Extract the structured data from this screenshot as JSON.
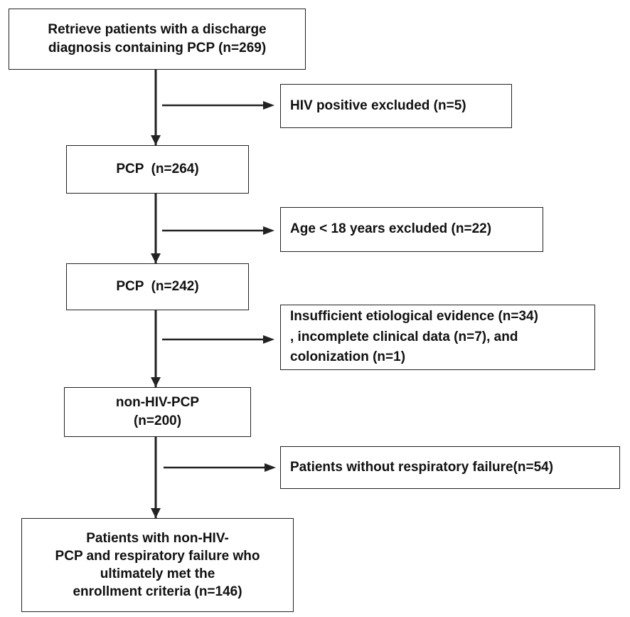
{
  "boxes": {
    "retrieve": {
      "lines": [
        "Retrieve patients with a discharge",
        "diagnosis containing PCP (n=269)"
      ]
    },
    "hiv_excluded": {
      "lines": [
        "HIV positive excluded (n=5)"
      ]
    },
    "pcp_264": {
      "lines": [
        "PCP  (n=264)"
      ]
    },
    "age_excluded": {
      "lines": [
        "Age < 18 years excluded (n=22)"
      ]
    },
    "pcp_242": {
      "lines": [
        "PCP  (n=242)"
      ]
    },
    "insufficient_excluded": {
      "lines": [
        "Insufficient etiological evidence (n=34)",
        ", incomplete clinical data (n=7), and",
        "colonization (n=1)"
      ]
    },
    "non_hiv_pcp": {
      "lines": [
        "non-HIV-PCP",
        "(n=200)"
      ]
    },
    "no_resp_failure": {
      "lines": [
        "Patients without respiratory failure(n=54)"
      ]
    },
    "final_enrolled": {
      "lines": [
        "Patients with non-HIV-",
        "PCP and respiratory failure who",
        "ultimately met the",
        "enrollment criteria (n=146)"
      ]
    }
  }
}
